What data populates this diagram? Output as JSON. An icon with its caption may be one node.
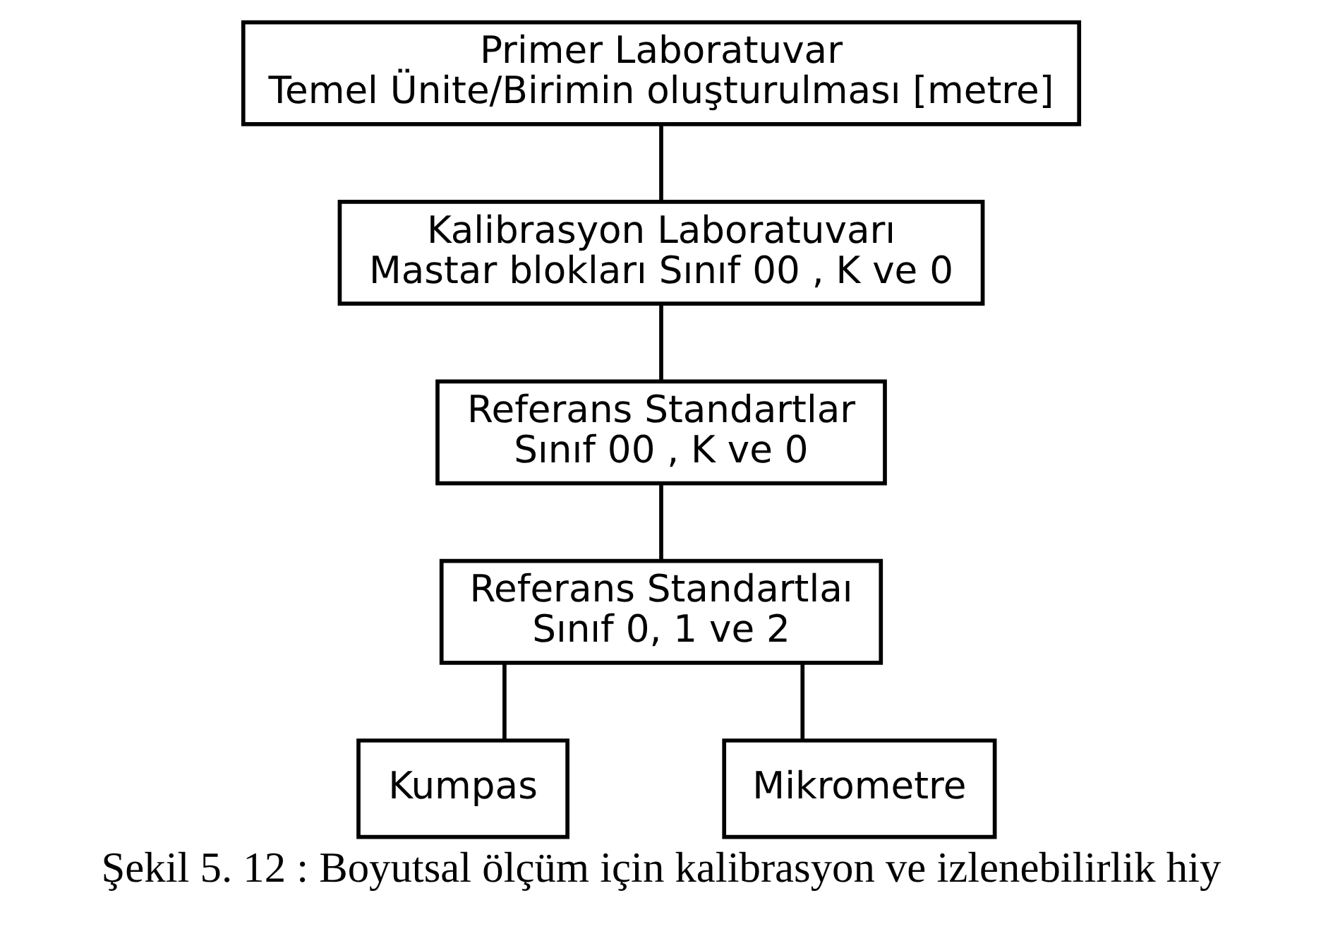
{
  "diagram": {
    "caption": "Şekil 5. 12 : Boyutsal ölçüm için kalibrasyon ve izlenebilirlik hiy",
    "nodes": [
      {
        "text": [
          "Primer Laboratuvar",
          "Temel Ünite/Birimin oluşturulması [metre]"
        ]
      },
      {
        "text": [
          "Kalibrasyon Laboratuvarı",
          "Mastar blokları Sınıf 00 , K ve 0"
        ]
      },
      {
        "text": [
          "Referans Standartlar",
          "Sınıf 00 , K ve 0"
        ]
      },
      {
        "text": [
          "Referans Standartlaı",
          "Sınıf 0, 1 ve 2"
        ]
      },
      {
        "text": [
          "Kumpas"
        ]
      },
      {
        "text": [
          "Mikrometre"
        ]
      }
    ],
    "edges": [
      {
        "from": 0,
        "to": 1,
        "arrow": "none"
      },
      {
        "from": 1,
        "to": 2,
        "arrow": "none"
      },
      {
        "from": 2,
        "to": 3,
        "arrow": "none"
      },
      {
        "from": 3,
        "to": 4,
        "arrow": "none"
      },
      {
        "from": 3,
        "to": 5,
        "arrow": "none"
      }
    ]
  }
}
